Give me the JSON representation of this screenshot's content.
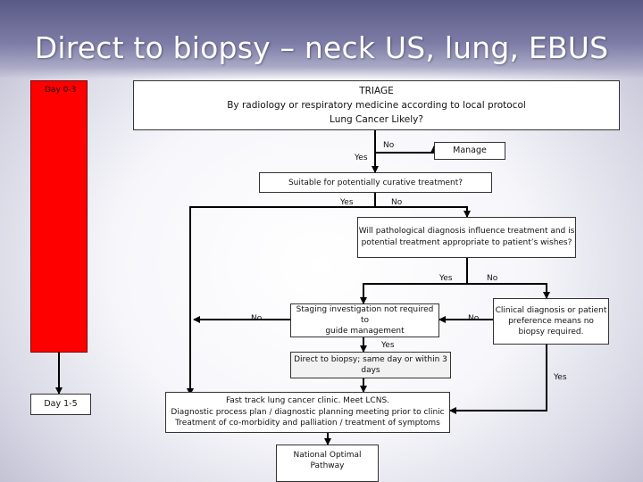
{
  "slide": {
    "title": "Direct to biopsy – neck US, lung, EBUS"
  },
  "timeline": {
    "day_start": "Day 0-3",
    "day_end": "Day 1-5"
  },
  "nodes": {
    "triage": {
      "line1": "TRIAGE",
      "line2": "By radiology or respiratory medicine according to local protocol",
      "line3": "Lung Cancer Likely?"
    },
    "manage": "Manage",
    "suitable": "Suitable for potentially curative treatment?",
    "pathological": {
      "line1": "Will pathological diagnosis influence treatment and is",
      "line2": "potential treatment appropriate to patient’s wishes?"
    },
    "staging": {
      "line1": "Staging investigation not required to",
      "line2": "guide management"
    },
    "clinical": {
      "line1": "Clinical diagnosis or patient",
      "line2": "preference means no",
      "line3": "biopsy required."
    },
    "direct": {
      "line1": "Direct to biopsy; same day or within 3",
      "line2": "days"
    },
    "fasttrack": {
      "line1": "Fast track lung cancer clinic. Meet LCNS.",
      "line2": "Diagnostic process plan / diagnostic planning meeting prior to clinic",
      "line3": "Treatment of co-morbidity and palliation / treatment of symptoms"
    },
    "national": {
      "line1": "National Optimal",
      "line2": "Pathway"
    }
  },
  "edge_labels": {
    "triage_no": "No",
    "triage_yes": "Yes",
    "suitable_yes": "Yes",
    "suitable_no": "No",
    "path_yes": "Yes",
    "path_no": "No",
    "staging_no": "No",
    "clinical_no": "No",
    "staging_yes": "Yes",
    "clinical_yes": "Yes"
  },
  "colors": {
    "timeline_bar": "#ff0000",
    "title_text": "#ffffff",
    "connector": "#000000"
  }
}
